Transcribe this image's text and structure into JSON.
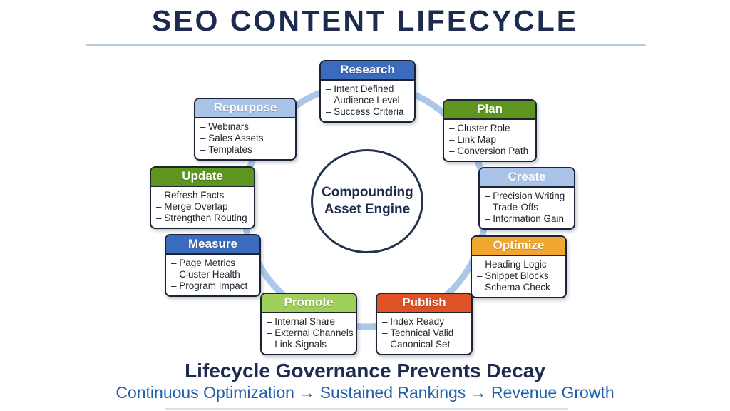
{
  "title": "SEO CONTENT LIFECYCLE",
  "center": {
    "label": "Compounding Asset Engine"
  },
  "footer": {
    "heading": "Lifecycle Governance Prevents Decay",
    "subheading": "Continuous Optimization → Sustained Rankings → Revenue Growth"
  },
  "colors": {
    "title_navy": "#1d2b4f",
    "divider": "#b9c9dc",
    "ring": "#abc8ea",
    "box_border": "#1c2433",
    "circle_border": "#26334d",
    "body_text": "#1f232a",
    "header_text": "#ffffff",
    "footer_blue": "#2061ab"
  },
  "stages": [
    {
      "label": "Research",
      "header_bg": "#3a6bbd",
      "items": [
        "Intent Defined",
        "Audience Level",
        "Success Criteria"
      ]
    },
    {
      "label": "Plan",
      "header_bg": "#5d951f",
      "items": [
        "Cluster Role",
        "Link Map",
        "Conversion Path"
      ]
    },
    {
      "label": "Create",
      "header_bg": "#a9c4e8",
      "items": [
        "Precision Writing",
        "Trade-Offs",
        "Information Gain"
      ]
    },
    {
      "label": "Optimize",
      "header_bg": "#f0a62f",
      "items": [
        "Heading Logic",
        "Snippet Blocks",
        "Schema Check"
      ]
    },
    {
      "label": "Publish",
      "header_bg": "#de5226",
      "items": [
        "Index Ready",
        "Technical Valid",
        "Canonical Set"
      ]
    },
    {
      "label": "Promote",
      "header_bg": "#9fd05c",
      "items": [
        "Internal Share",
        "External Channels",
        "Link Signals"
      ]
    },
    {
      "label": "Measure",
      "header_bg": "#3a6bbd",
      "items": [
        "Page Metrics",
        "Cluster Health",
        "Program Impact"
      ]
    },
    {
      "label": "Update",
      "header_bg": "#5d951f",
      "items": [
        "Refresh Facts",
        "Merge Overlap",
        "Strengthen Routing"
      ]
    },
    {
      "label": "Repurpose",
      "header_bg": "#a9c4e8",
      "items": [
        "Webinars",
        "Sales Assets",
        "Templates"
      ]
    }
  ]
}
